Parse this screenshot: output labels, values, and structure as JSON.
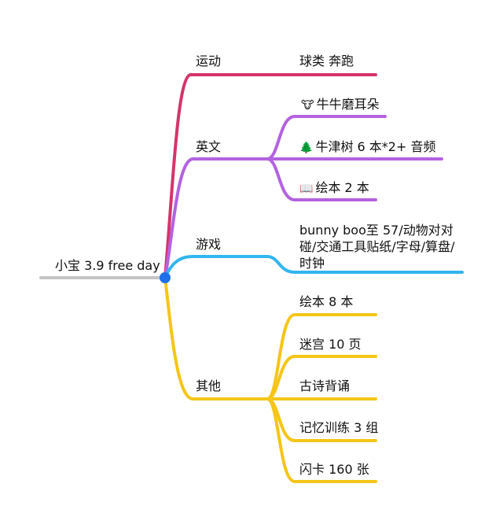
{
  "root": {
    "label": "小宝 3.9 free day"
  },
  "branches": [
    {
      "label": "运动",
      "color": "#d6336c",
      "children": [
        {
          "label": "球类 奔跑"
        }
      ]
    },
    {
      "label": "英文",
      "color": "#b362e0",
      "children": [
        {
          "icon": "ox-face-icon",
          "glyph": "🐮",
          "label": "牛牛磨耳朵"
        },
        {
          "icon": "evergreen-tree-icon",
          "glyph": "🌲",
          "label": "牛津树 6 本*2+ 音频"
        },
        {
          "icon": "open-book-icon",
          "glyph": "📖",
          "label": "绘本 2 本"
        }
      ]
    },
    {
      "label": "游戏",
      "color": "#33b5f0",
      "children": [
        {
          "label": "bunny boo至 57/动物对对碰/交通工具贴纸/字母/算盘/时钟"
        }
      ]
    },
    {
      "label": "其他",
      "color": "#f5c518",
      "children": [
        {
          "label": "绘本 8 本"
        },
        {
          "label": "迷宫 10 页"
        },
        {
          "label": "古诗背诵"
        },
        {
          "label": "记忆训练 3 组"
        },
        {
          "label": "闪卡 160 张"
        }
      ]
    }
  ],
  "colors": {
    "root_line": "#c4c4c4",
    "hub": "#1f6fe8"
  }
}
